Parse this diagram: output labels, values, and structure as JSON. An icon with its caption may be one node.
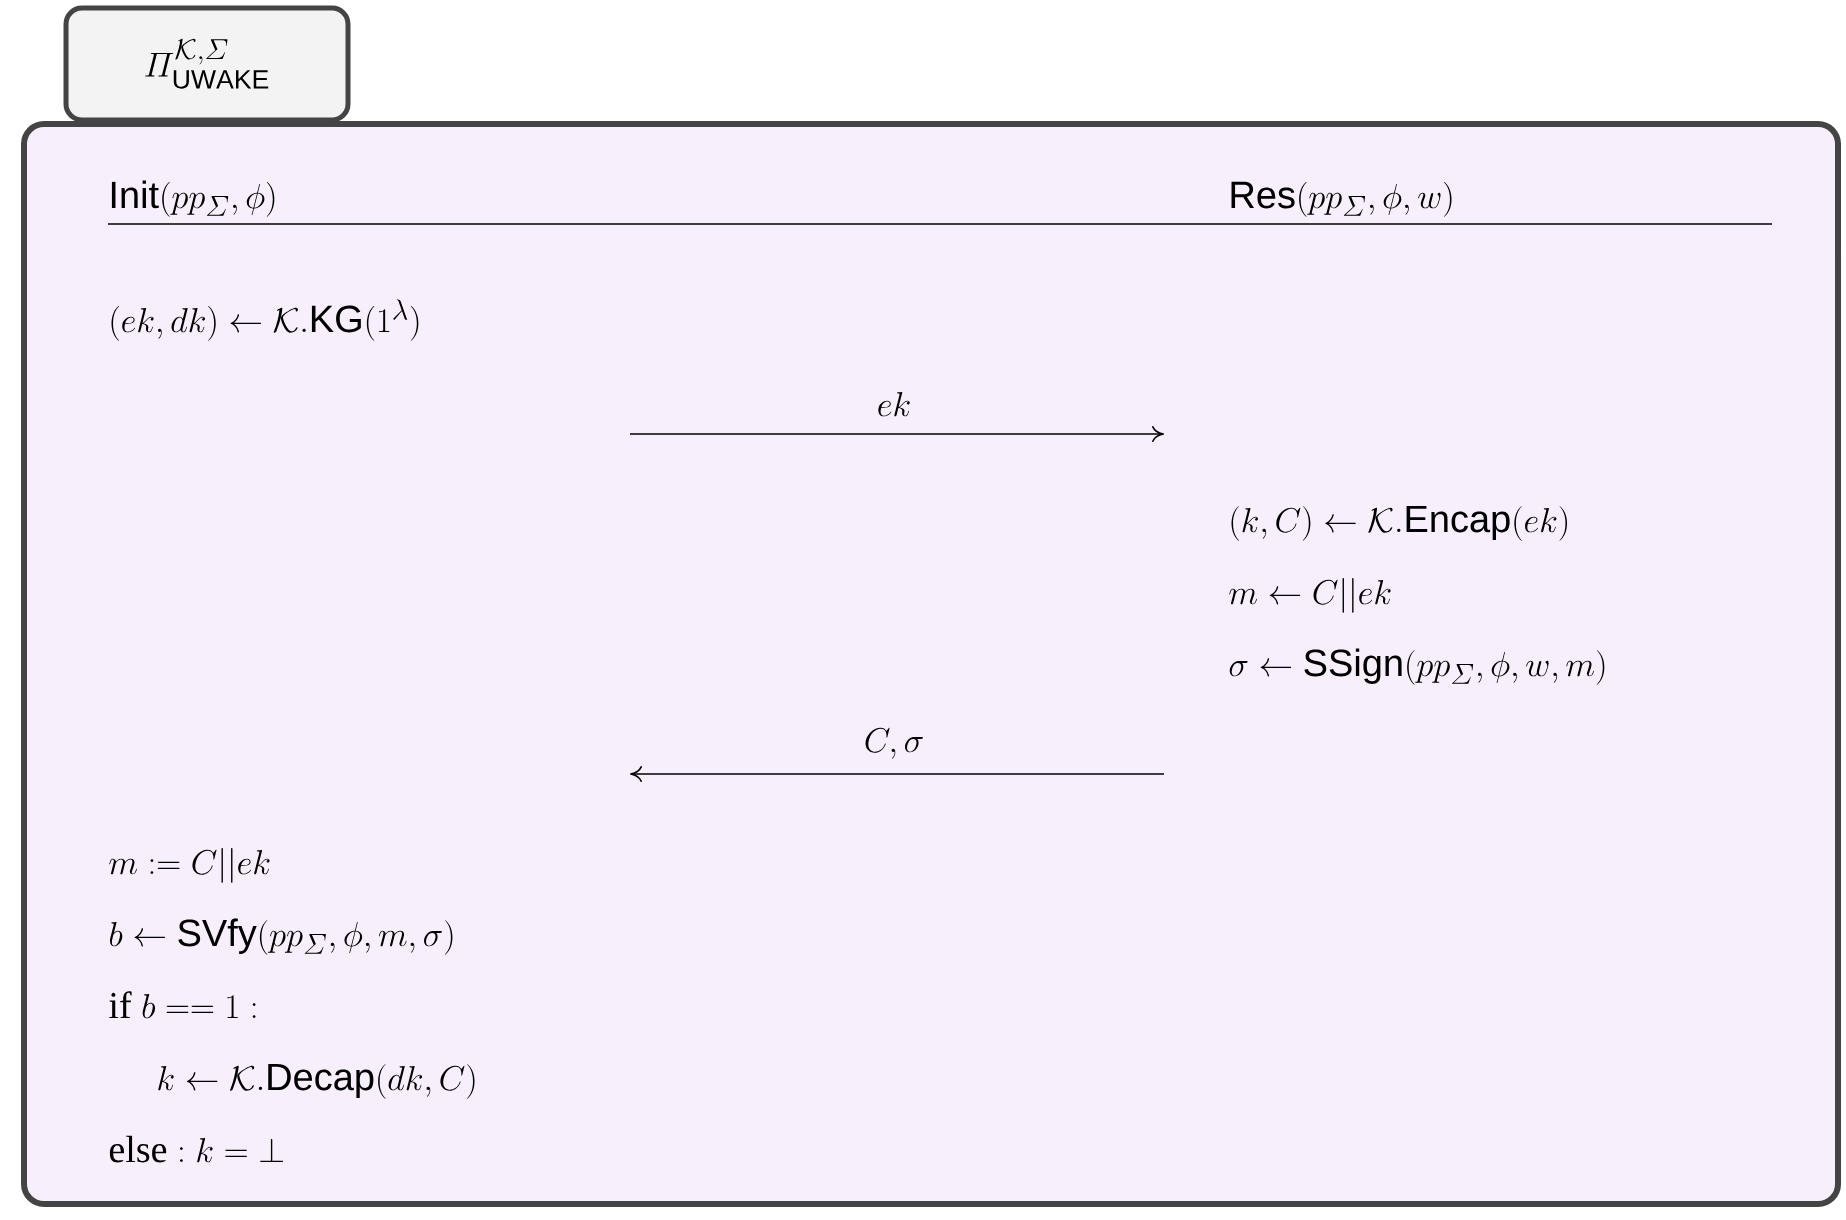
{
  "diagram": {
    "title": "\\varPi^{\\mathcal{K},\\varSigma}_{\\mathsf{UWAKE}}",
    "labels": [
      "\\mathsf{Init}(pp_{\\varSigma},\\phi)",
      "\\mathsf{Res}(pp_{\\varSigma},\\phi,w)",
      "(ek,dk)\\leftarrow\\mathcal{K}.\\mathsf{KG}(1^{\\lambda})",
      "ek",
      "(k,C)\\leftarrow\\mathcal{K}.\\mathsf{Encap}(ek)",
      "m\\leftarrow C||ek",
      "\\sigma\\leftarrow\\mathsf{SSign}(pp_{\\varSigma},\\phi,w,m)",
      "C,\\sigma",
      "m:=C||ek",
      "b\\leftarrow\\mathsf{SVfy}(pp_{\\varSigma},\\phi,m,\\sigma)",
      "\\text{if }b==1:",
      "k\\leftarrow\\mathcal{K}.\\mathsf{Decap}(dk,C)",
      "\\text{else}:k=\\bot"
    ]
  }
}
